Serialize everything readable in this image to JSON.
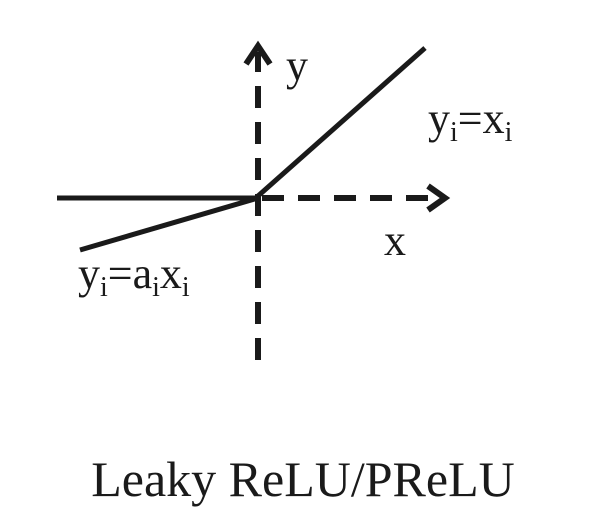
{
  "diagram": {
    "axis_x_label": "x",
    "axis_y_label": "y",
    "positive_formula": {
      "base": "y",
      "sub": "i",
      "eq": "=",
      "rhs_base": "x",
      "rhs_sub": "i"
    },
    "negative_formula": {
      "base": "y",
      "sub": "i",
      "eq": "=",
      "a_base": "a",
      "a_sub": "i",
      "x_base": "x",
      "x_sub": "i"
    },
    "caption": "Leaky ReLU/PReLU"
  }
}
